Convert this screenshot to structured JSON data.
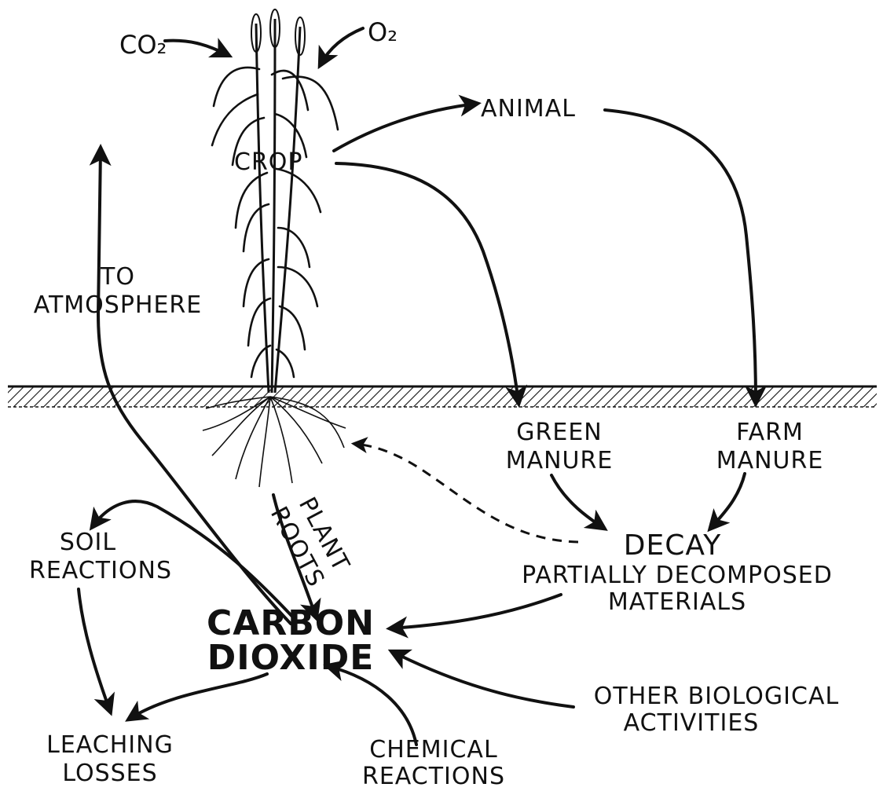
{
  "labels": {
    "co2": "CO₂",
    "o2": "O₂",
    "crop": "CROP",
    "animal": "ANIMAL",
    "to_atmosphere_1": "TO",
    "to_atmosphere_2": "ATMOSPHERE",
    "green_manure_1": "GREEN",
    "green_manure_2": "MANURE",
    "farm_manure_1": "FARM",
    "farm_manure_2": "MANURE",
    "decay": "DECAY",
    "partially_1": "PARTIALLY DECOMPOSED",
    "partially_2": "MATERIALS",
    "plant_roots_1": "PLANT",
    "plant_roots_2": "ROOTS",
    "soil_reactions_1": "SOIL",
    "soil_reactions_2": "REACTIONS",
    "carbon_dioxide_1": "CARBON",
    "carbon_dioxide_2": "DIOXIDE",
    "other_bio_1": "OTHER BIOLOGICAL",
    "other_bio_2": "ACTIVITIES",
    "leaching_1": "LEACHING",
    "leaching_2": "LOSSES",
    "chemical_1": "CHEMICAL",
    "chemical_2": "REACTIONS"
  }
}
